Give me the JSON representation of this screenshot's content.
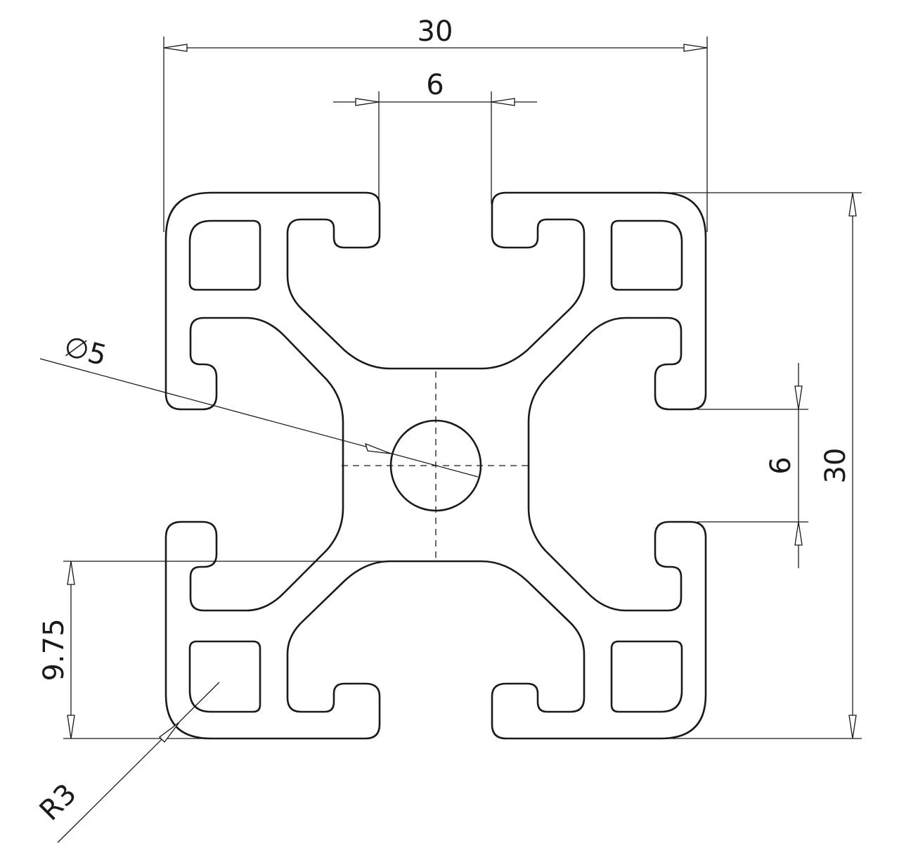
{
  "drawing": {
    "dimensions": {
      "overall_width": "30",
      "overall_height": "30",
      "slot_width_top": "6",
      "slot_width_right": "6",
      "center_bore": "5",
      "bore_symbol": "∅",
      "offset_height": "9.75",
      "corner_radius": "R3"
    },
    "colors": {
      "line": "#1a1a1a",
      "background": "#ffffff"
    }
  }
}
